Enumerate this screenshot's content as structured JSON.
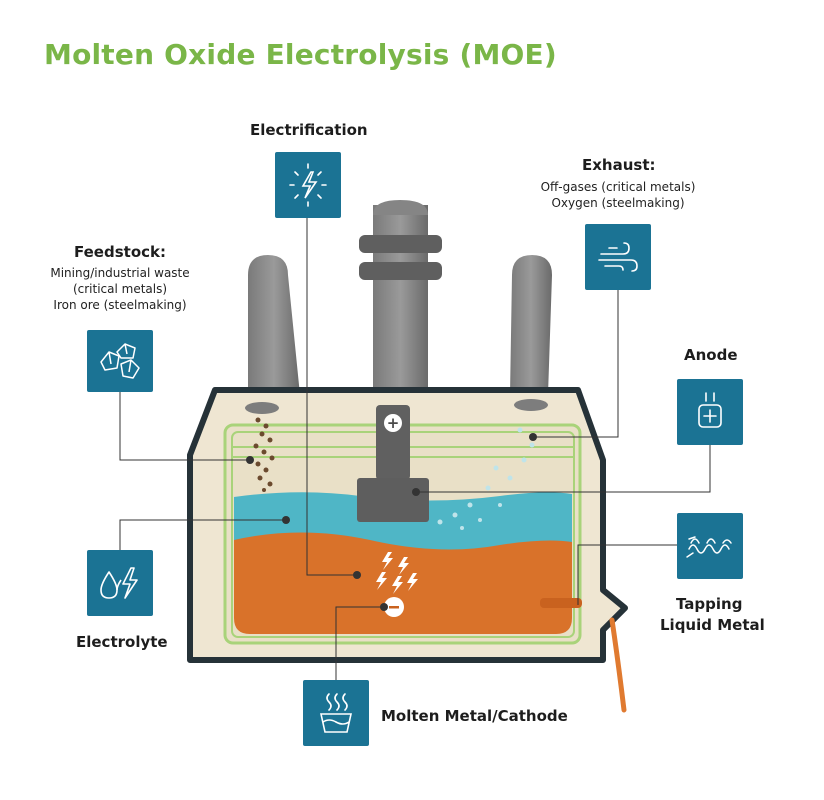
{
  "title": "Molten Oxide Electrolysis (MOE)",
  "labels": {
    "electrification": "Electrification",
    "exhaust": "Exhaust:",
    "exhaust_line1": "Off-gases (critical metals)",
    "exhaust_line2": "Oxygen (steelmaking)",
    "feedstock": "Feedstock:",
    "feedstock_line1": "Mining/industrial waste",
    "feedstock_line2": "(critical metals)",
    "feedstock_line3": "Iron ore (steelmaking)",
    "anode": "Anode",
    "tapping_line1": "Tapping",
    "tapping_line2": "Liquid Metal",
    "electrolyte": "Electrolyte",
    "cathode": "Molten Metal/Cathode"
  },
  "icons": {
    "electrification": "lightning-icon",
    "exhaust": "wind-icon",
    "feedstock": "ore-rocks-icon",
    "anode": "anode-plus-icon",
    "tapping": "spring-coil-icon",
    "electrolyte": "droplet-bolt-icon",
    "cathode": "molten-cup-icon"
  },
  "colors": {
    "title": "#7ab648",
    "icon_box": "#1b7394",
    "electrolyte": "#4fb6c6",
    "molten_metal": "#d9722a",
    "cell_outline": "#263238",
    "cell_fill": "#efe6d2",
    "electrode": "#6e6e6e"
  }
}
